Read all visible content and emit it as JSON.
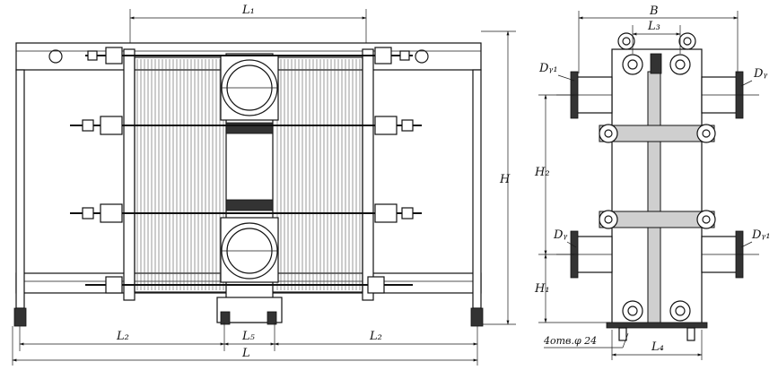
{
  "labels": {
    "L1": "L₁",
    "L2_left": "L₂",
    "L2_right": "L₂",
    "L5": "L₅",
    "L": "L",
    "H": "H",
    "B": "B",
    "L3": "L₃",
    "Dy1_top_left": "Dᵧ₁",
    "Dy_top_right": "Dᵧ",
    "H2": "H₂",
    "Dy_bottom_left": "Dᵧ",
    "Dy1_bottom_right": "Dᵧ₁",
    "H1": "H₁",
    "holes_note": "4отв.φ 24",
    "L4": "L₄"
  }
}
